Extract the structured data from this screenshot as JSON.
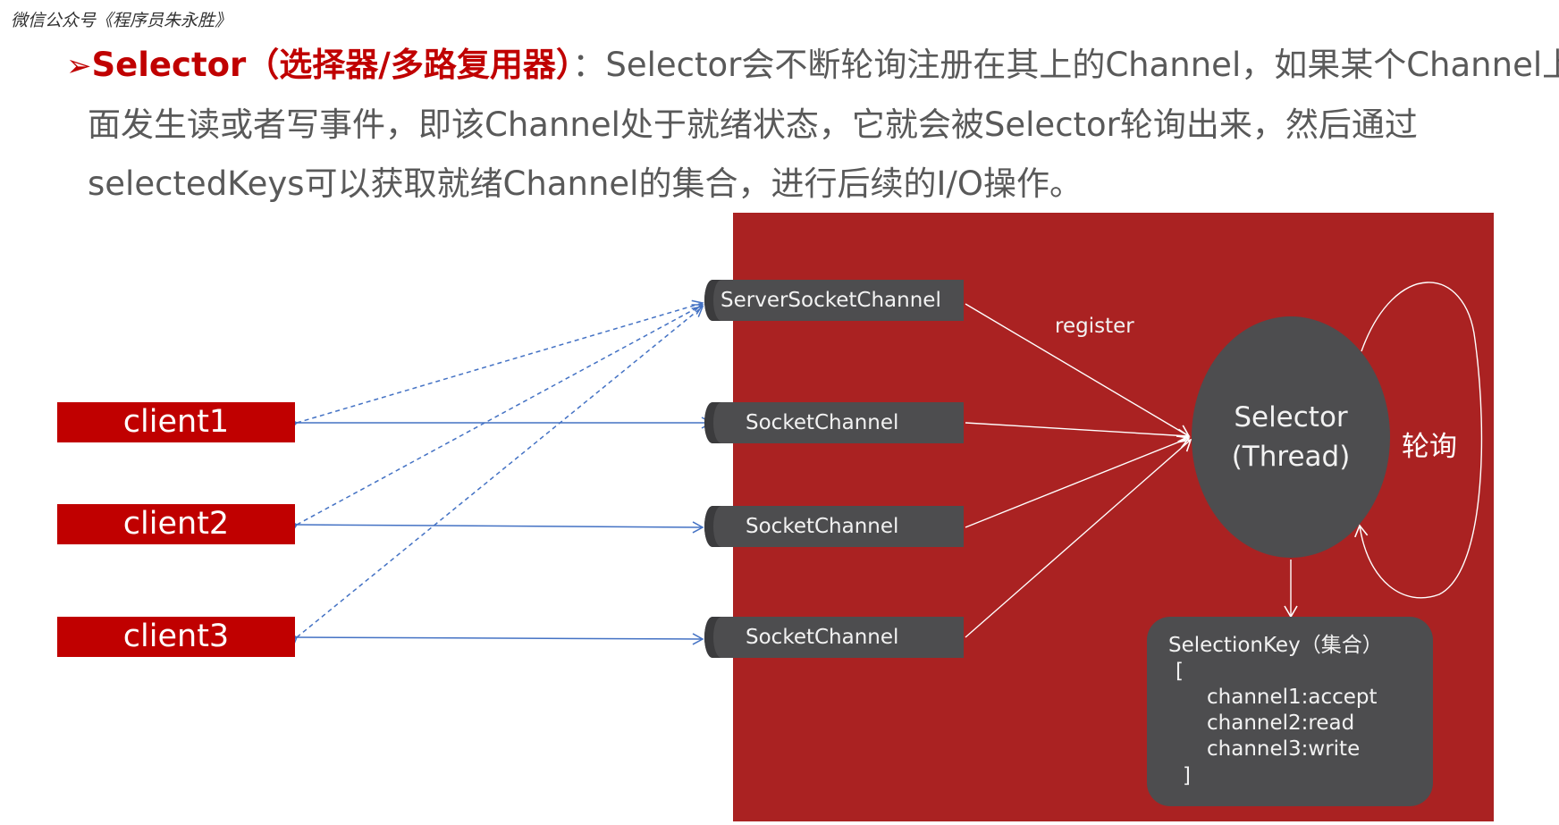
{
  "watermark": "微信公众号《程序员朱永胜》",
  "intro": {
    "bullet": "➢",
    "keyword": "Selector（选择器/多路复用器）",
    "line1_rest": "：Selector会不断轮询注册在其上的Channel，如果某个Channel上",
    "line2": "面发生读或者写事件，即该Channel处于就绪状态，它就会被Selector轮询出来，然后通过",
    "line3": "selectedKeys可以获取就绪Channel的集合，进行后续的I/O操作。"
  },
  "clients": [
    {
      "label": "client1"
    },
    {
      "label": "client2"
    },
    {
      "label": "client3"
    }
  ],
  "channels": [
    {
      "label": "ServerSocketChannel"
    },
    {
      "label": "SocketChannel"
    },
    {
      "label": "SocketChannel"
    },
    {
      "label": "SocketChannel"
    }
  ],
  "register_label": "register",
  "selector": {
    "line1": "Selector",
    "line2": "(Thread)"
  },
  "poll_label": "轮询",
  "selection_keys": {
    "title": "SelectionKey（集合）",
    "open_bracket": "[",
    "entries": [
      "channel1:accept",
      "channel2:read",
      "channel3:write"
    ],
    "close_bracket": "]"
  },
  "colors": {
    "accent_red": "#c00000",
    "panel_red": "#aa2222",
    "dark_gray": "#4d4d4f",
    "link_blue": "#4472c4"
  }
}
